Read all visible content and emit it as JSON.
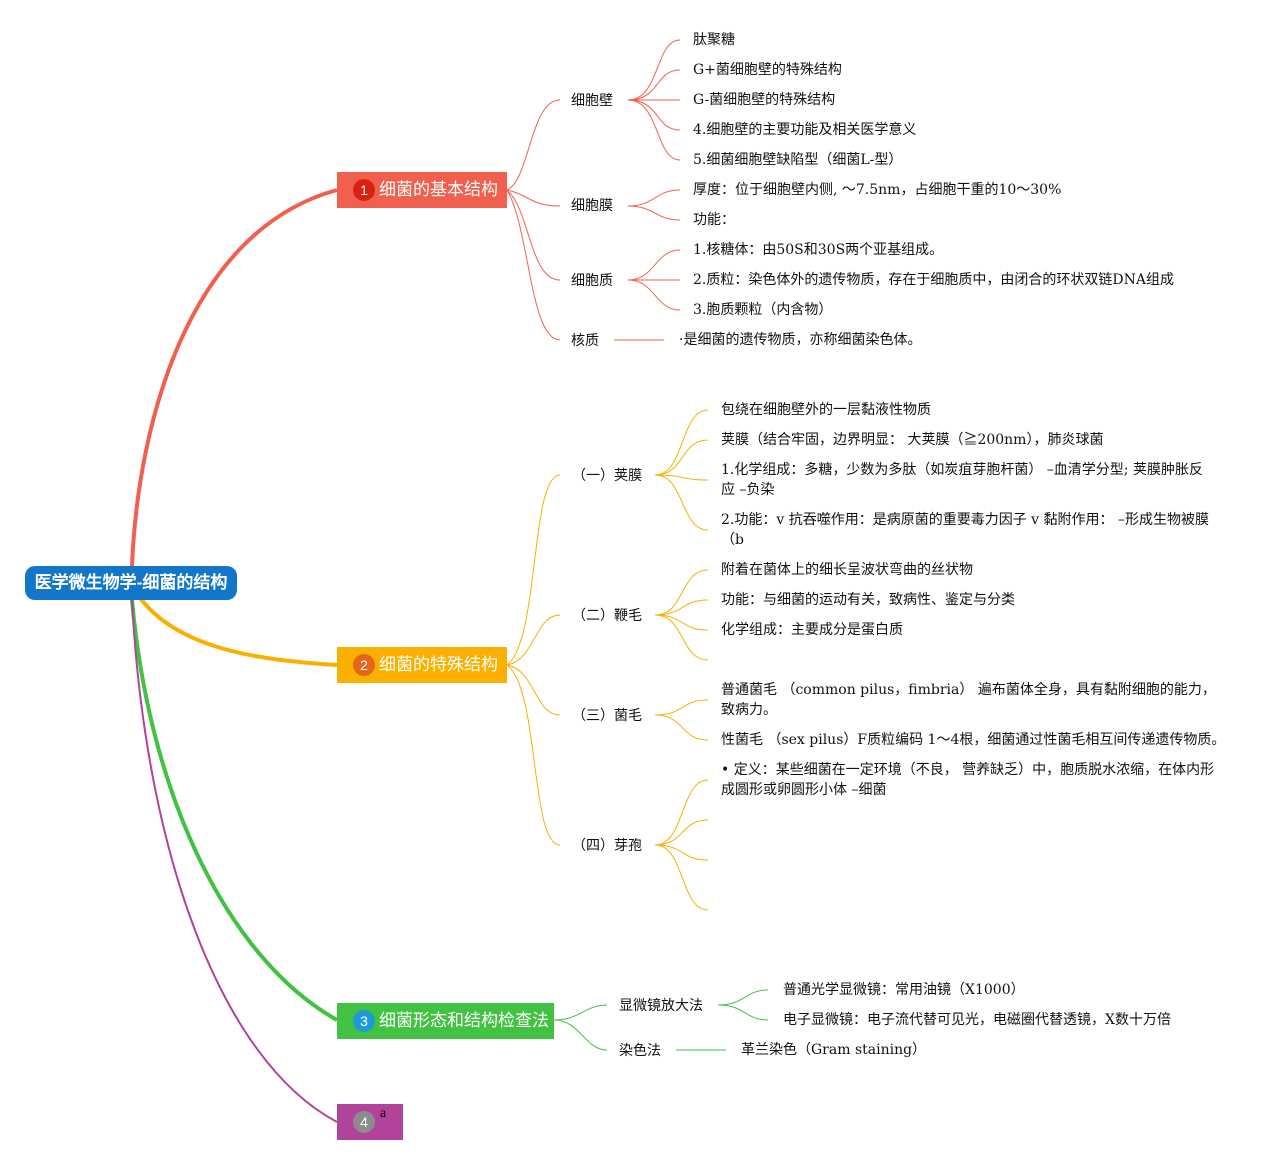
{
  "root": "医学微生物学-细菌的结构",
  "branches": [
    {
      "number": "1",
      "title": "细菌的基本结构",
      "color": "#f1604e",
      "children": [
        {
          "label": "细胞壁",
          "items": [
            "肽聚糖",
            "G+菌细胞壁的特殊结构",
            "G-菌细胞壁的特殊结构",
            "4.细胞壁的主要功能及相关医学意义",
            "5.细菌细胞壁缺陷型（细菌L-型）"
          ]
        },
        {
          "label": "细胞膜",
          "items": [
            "厚度：位于细胞壁内侧, ～7.5nm，占细胞干重的10～30%",
            "功能："
          ]
        },
        {
          "label": "细胞质",
          "items": [
            "1.核糖体：由50S和30S两个亚基组成。",
            "2.质粒：染色体外的遗传物质，存在于细胞质中，由闭合的环状双链DNA组成",
            "3.胞质颗粒（内含物）"
          ]
        },
        {
          "label": "核质",
          "items": [
            "·是细菌的遗传物质，亦称细菌染色体。"
          ]
        }
      ]
    },
    {
      "number": "2",
      "title": "细菌的特殊结构",
      "color": "#fbb000",
      "children": [
        {
          "label": "（一）荚膜",
          "items": [
            "包绕在细胞壁外的一层黏液性物质",
            "荚膜（结合牢固，边界明显： 大荚膜（≧200nm），肺炎球菌",
            "1.化学组成：多糖，少数为多肽（如炭疽芽胞杆菌） –血清学分型; 荚膜肿胀反应 –负染",
            "2.功能：v 抗吞噬作用：是病原菌的重要毒力因子 v 黏附作用： –形成生物被膜（b"
          ]
        },
        {
          "label": "（二）鞭毛",
          "items": [
            "附着在菌体上的细长呈波状弯曲的丝状物",
            "功能：与细菌的运动有关，致病性、鉴定与分类",
            "化学组成：主要成分是蛋白质"
          ]
        },
        {
          "label": "（三）菌毛",
          "items": [
            "普通菌毛 （common pilus，fimbria） 遍布菌体全身，具有黏附细胞的能力，致病力。",
            "性菌毛 （sex pilus）F质粒编码 1～4根，细菌通过性菌毛相互间传递遗传物质。"
          ]
        },
        {
          "label": "（四）芽孢",
          "items": [
            "• 定义：某些细菌在一定环境（不良， 营养缺乏）中，胞质脱水浓缩，在体内形成圆形或卵圆形小体 –细菌"
          ]
        }
      ]
    },
    {
      "number": "3",
      "title": "细菌形态和结构检查法",
      "color": "#42c242",
      "children": [
        {
          "label": "显微镜放大法",
          "items": [
            "普通光学显微镜：常用油镜（X1000）",
            "电子显微镜：电子流代替可见光，电磁圈代替透镜，X数十万倍"
          ]
        },
        {
          "label": "染色法",
          "items": [
            "革兰染色（Gram staining）"
          ]
        }
      ]
    },
    {
      "number": "4",
      "title": "a",
      "color": "#b2439a",
      "children": []
    }
  ]
}
